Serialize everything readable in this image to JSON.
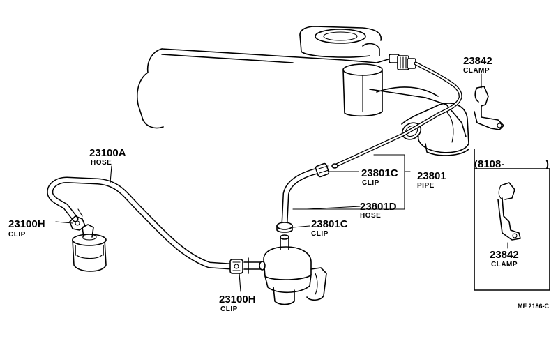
{
  "callouts": {
    "hose_23100A": {
      "number": "23100A",
      "name": "HOSE"
    },
    "clip_23100H_left": {
      "number": "23100H",
      "name": "CLIP"
    },
    "clip_23100H_bottom": {
      "number": "23100H",
      "name": "CLIP"
    },
    "clip_23801C_upper": {
      "number": "23801C",
      "name": "CLIP"
    },
    "pipe_23801": {
      "number": "23801",
      "name": "PIPE"
    },
    "hose_23801D": {
      "number": "23801D",
      "name": "HOSE"
    },
    "clip_23801C_lower": {
      "number": "23801C",
      "name": "CLIP"
    },
    "clamp_23842_top": {
      "number": "23842",
      "name": "CLAMP"
    },
    "clamp_23842_inset": {
      "number": "23842",
      "name": "CLAMP"
    }
  },
  "inset": {
    "label": "(8108-",
    "close": ")"
  },
  "figure_code": "MF 2186-C"
}
